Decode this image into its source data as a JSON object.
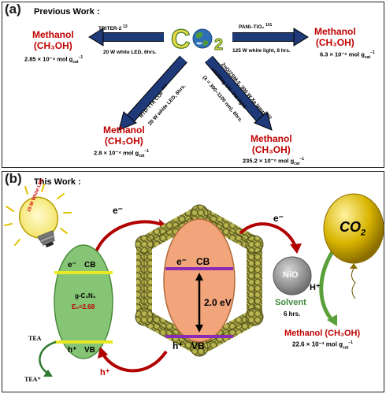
{
  "panel_a": {
    "label": "(a)",
    "title": "Previous Work :",
    "co2_logo_text": "C",
    "co2_logo_sub": "2",
    "routes": [
      {
        "catalyst": "TRITER-2",
        "ref": "13",
        "condition": "20 W white LED, 6hrs.",
        "product": "Methanol",
        "formula": "(CH₃OH)",
        "rate": "2.85 × 10⁻⁴ mol g",
        "rate_sub": "cat",
        "rate_sup": "−1"
      },
      {
        "catalyst": "PANI–TiO₂",
        "ref": "101",
        "condition": "125 W white light, 8 hrs.",
        "product": "Methanol",
        "formula": "(CH₃OH)",
        "rate": "6.3 × 10⁻⁶ mol g",
        "rate_sub": "cat",
        "rate_sup": "−1"
      },
      {
        "catalyst": "BTD-TTA COF",
        "ref": "103",
        "condition": "20 W white LED, 6hrs.",
        "product": "Methanol",
        "formula": "(CH₃OH)",
        "rate": "2.8 × 10⁻⁴ mol g",
        "rate_sub": "cat",
        "rate_sup": "−1"
      },
      {
        "catalyst": "ZnO/ZSM-5, 300 W Xe lamp",
        "ref": "102",
        "condition": "emitting UV–Vis light",
        "condition2": "(λ = 300–1100 nm), 6hrs.",
        "product": "Methanol",
        "formula": "(CH₃OH)",
        "rate": "235.2 × 10⁻⁶ mol g",
        "rate_sub": "cat",
        "rate_sup": "−1"
      }
    ]
  },
  "panel_b": {
    "label": "(b)",
    "title": "This Work :",
    "led_text": "15 W White LED",
    "electron": "e⁻",
    "cn": {
      "cb": "CB",
      "vb": "VB",
      "e": "e⁻",
      "h": "h⁺",
      "name": "g-C₃N₄",
      "eg": "E₉=2.68"
    },
    "cof": {
      "cb": "CB",
      "vb": "VB",
      "e": "e⁻",
      "h": "h⁺",
      "gap": "2.0 eV"
    },
    "hole_label": "h⁺",
    "tea": "TEA",
    "tea_plus": "TEA⁺",
    "nio": "NiO",
    "solvent": "Solvent",
    "time": "6 hrs.",
    "hplus": "H⁺",
    "balloon": "CO",
    "balloon_sub": "2",
    "product": "Methanol (CH₃OH)",
    "rate": "22.6 × 10⁻³ mol g",
    "rate_sub": "cat",
    "rate_sup": "−1",
    "colors": {
      "accent_red": "#c00000",
      "arrow_navy": "#1f3a78",
      "green_ellipse": "#86c576",
      "orange_ellipse": "#f2a57a",
      "band_purple": "#8a2bb5",
      "band_yellow": "#e9e925",
      "balloon_gold": "#d8b400",
      "nio_grey": "#8c8c8c"
    }
  }
}
